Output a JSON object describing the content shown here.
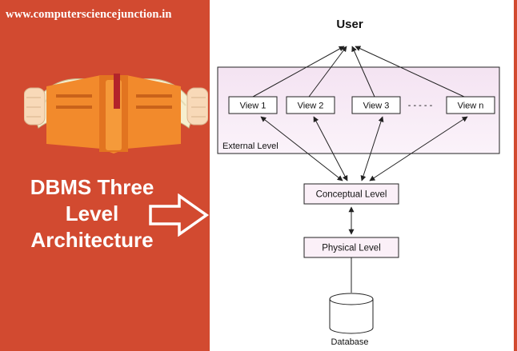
{
  "left_panel": {
    "url": "www.computersciencejunction.in",
    "title_lines": [
      "DBMS Three",
      "Level",
      "Architecture"
    ],
    "book_icon": "open-book-icon",
    "arrow_icon": "right-arrow-icon",
    "colors": {
      "background": "#d24a30",
      "text": "#ffffff"
    }
  },
  "diagram": {
    "user_label": "User",
    "views": [
      "View 1",
      "View 2",
      "View 3",
      "View n"
    ],
    "ellipsis": "- - - - -",
    "external_level_label": "External Level",
    "conceptual_level_label": "Conceptual Level",
    "physical_level_label": "Physical Level",
    "database_label": "Database",
    "colors": {
      "external_fill": "#f3e4f1",
      "box_fill": "#fbf0f8",
      "stroke": "#222222"
    }
  }
}
